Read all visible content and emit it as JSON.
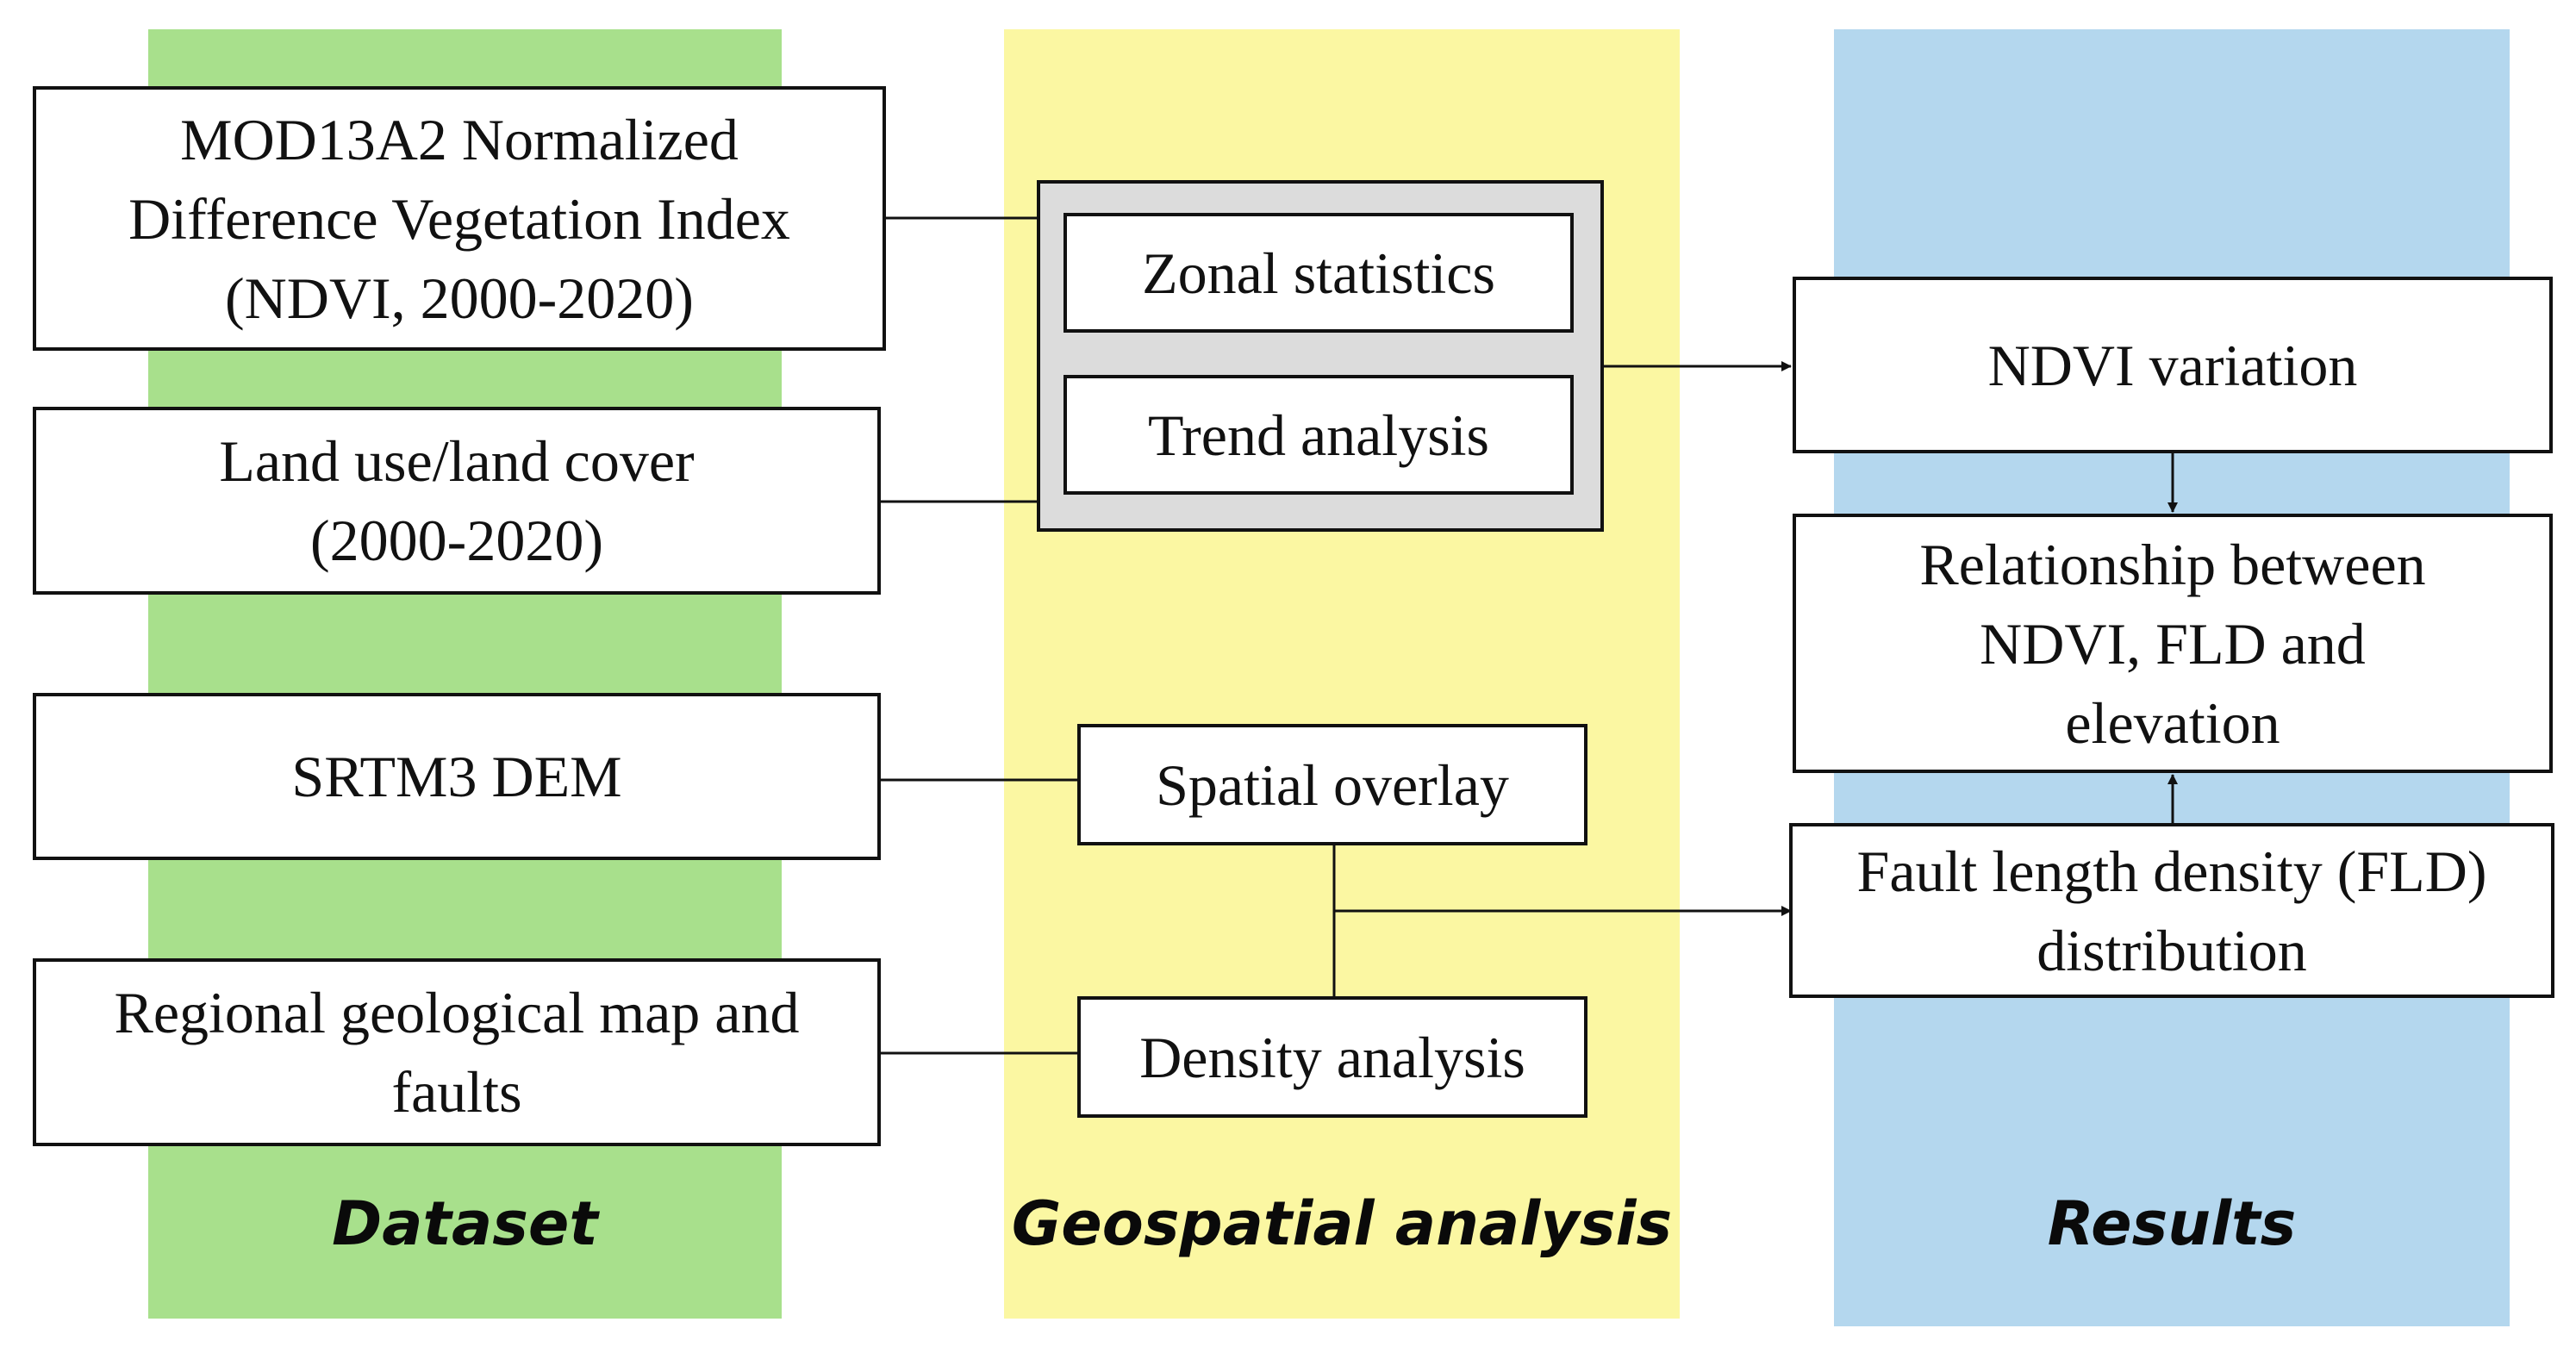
{
  "colors": {
    "dataset_band": "#a8e08c",
    "analysis_band": "#fbf7a2",
    "results_band": "#b4d7ee",
    "group_fill": "#dcdcdc",
    "line": "#111111"
  },
  "columns": {
    "dataset": "Dataset",
    "analysis": "Geospatial analysis",
    "results": "Results"
  },
  "datasets": {
    "ndvi": [
      "MOD13A2 Normalized",
      "Difference Vegetation Index",
      "(NDVI, 2000-2020)"
    ],
    "lulc": [
      "Land use/land cover",
      "(2000-2020)"
    ],
    "dem": "SRTM3 DEM",
    "geology": [
      "Regional geological map and",
      "faults"
    ]
  },
  "analysis": {
    "zonal": "Zonal statistics",
    "trend": "Trend analysis",
    "overlay": "Spatial overlay",
    "density": "Density analysis"
  },
  "results": {
    "ndvi_variation": "NDVI variation",
    "relationship": [
      "Relationship between",
      "NDVI, FLD and",
      "elevation"
    ],
    "fld": [
      "Fault length density (FLD)",
      "distribution"
    ]
  }
}
